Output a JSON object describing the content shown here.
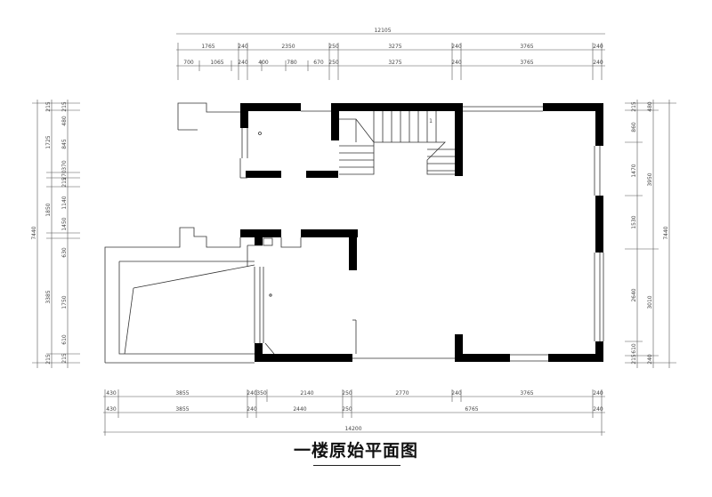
{
  "title": "一楼原始平面图",
  "dims": {
    "top_total": "12105",
    "top_row1": [
      "1765",
      "240",
      "2350",
      "250",
      "3275",
      "240",
      "3765",
      "240"
    ],
    "top_row2": [
      "700",
      "1065",
      "240",
      "400",
      "780",
      "670",
      "250",
      "3275",
      "240",
      "3765",
      "240"
    ],
    "bottom_row1": [
      "430",
      "3855",
      "240",
      "350",
      "2140",
      "250",
      "2770",
      "240",
      "3765",
      "240"
    ],
    "bottom_row2": [
      "430",
      "3855",
      "240",
      "2440",
      "250",
      "6765",
      "240"
    ],
    "bottom_total": "14200",
    "left_total": "7440",
    "left_row1": [
      "1725",
      "1850",
      "3385",
      "215",
      "215"
    ],
    "left_row2": [
      "215",
      "480",
      "845",
      "370",
      "270",
      "215",
      "1140",
      "1450",
      "630",
      "1750",
      "610",
      "215"
    ],
    "right_row1": [
      "215",
      "860",
      "1470",
      "1530",
      "2640",
      "610",
      "215"
    ],
    "right_row2": [
      "480",
      "3950",
      "3010",
      "240"
    ],
    "right_total": "7440"
  },
  "labels": {
    "stair_mark": "1"
  }
}
